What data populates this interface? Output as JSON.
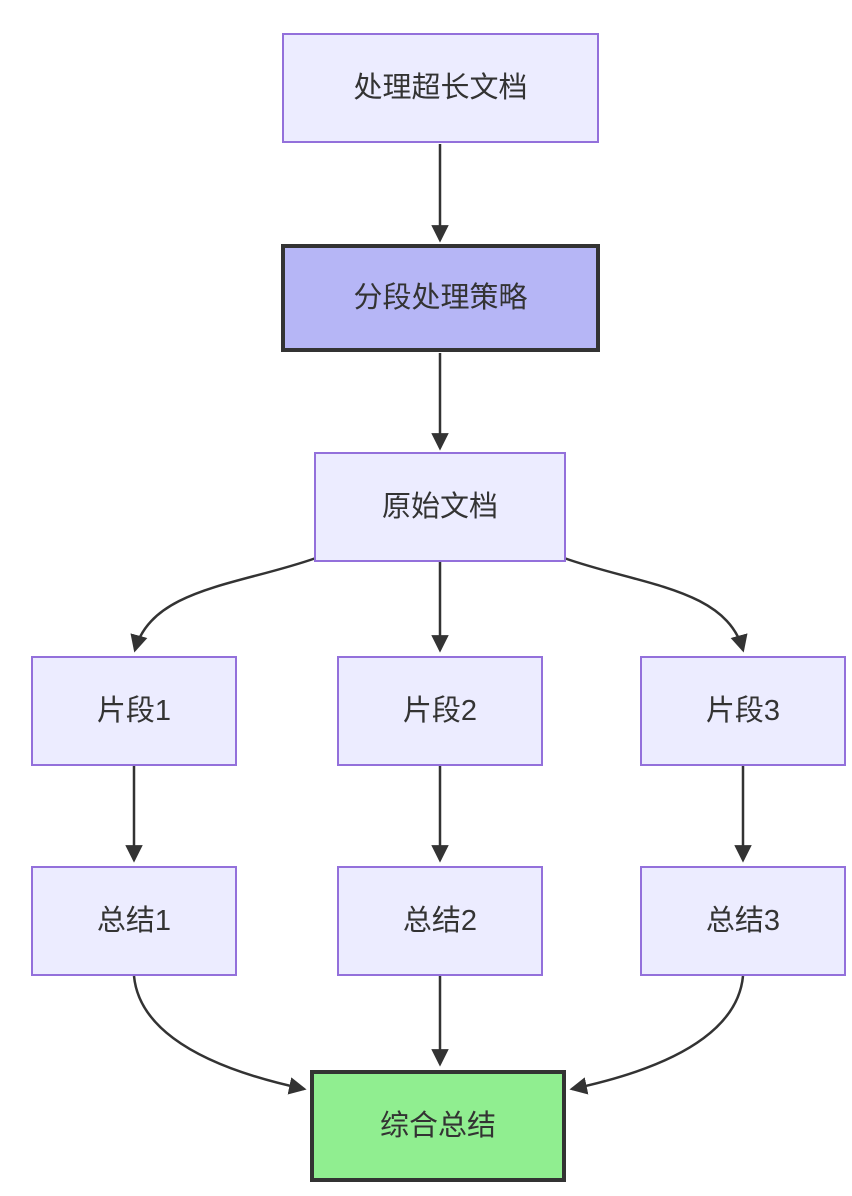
{
  "diagram": {
    "type": "flowchart",
    "direction": "top-down",
    "nodes": [
      {
        "id": "start",
        "label": "处理超长文档",
        "style": "default"
      },
      {
        "id": "strategy",
        "label": "分段处理策略",
        "style": "highlight"
      },
      {
        "id": "source",
        "label": "原始文档",
        "style": "default"
      },
      {
        "id": "chunk1",
        "label": "片段1",
        "style": "default"
      },
      {
        "id": "chunk2",
        "label": "片段2",
        "style": "default"
      },
      {
        "id": "chunk3",
        "label": "片段3",
        "style": "default"
      },
      {
        "id": "summary1",
        "label": "总结1",
        "style": "default"
      },
      {
        "id": "summary2",
        "label": "总结2",
        "style": "default"
      },
      {
        "id": "summary3",
        "label": "总结3",
        "style": "default"
      },
      {
        "id": "final",
        "label": "综合总结",
        "style": "success"
      }
    ],
    "edges": [
      {
        "from": "处理超长文档",
        "to": "分段处理策略"
      },
      {
        "from": "分段处理策略",
        "to": "原始文档"
      },
      {
        "from": "原始文档",
        "to": "片段1"
      },
      {
        "from": "原始文档",
        "to": "片段2"
      },
      {
        "from": "原始文档",
        "to": "片段3"
      },
      {
        "from": "片段1",
        "to": "总结1"
      },
      {
        "from": "片段2",
        "to": "总结2"
      },
      {
        "from": "片段3",
        "to": "总结3"
      },
      {
        "from": "总结1",
        "to": "综合总结"
      },
      {
        "from": "总结2",
        "to": "综合总结"
      },
      {
        "from": "总结3",
        "to": "综合总结"
      }
    ],
    "colors": {
      "background": "#FFFFFF",
      "node_fill": "#ECECFF",
      "node_border": "#9370DB",
      "highlight_fill": "#B6B6F6",
      "highlight_border": "#333333",
      "success_fill": "#90EE90",
      "success_border": "#333333",
      "edge": "#333333",
      "text": "#333333"
    }
  }
}
